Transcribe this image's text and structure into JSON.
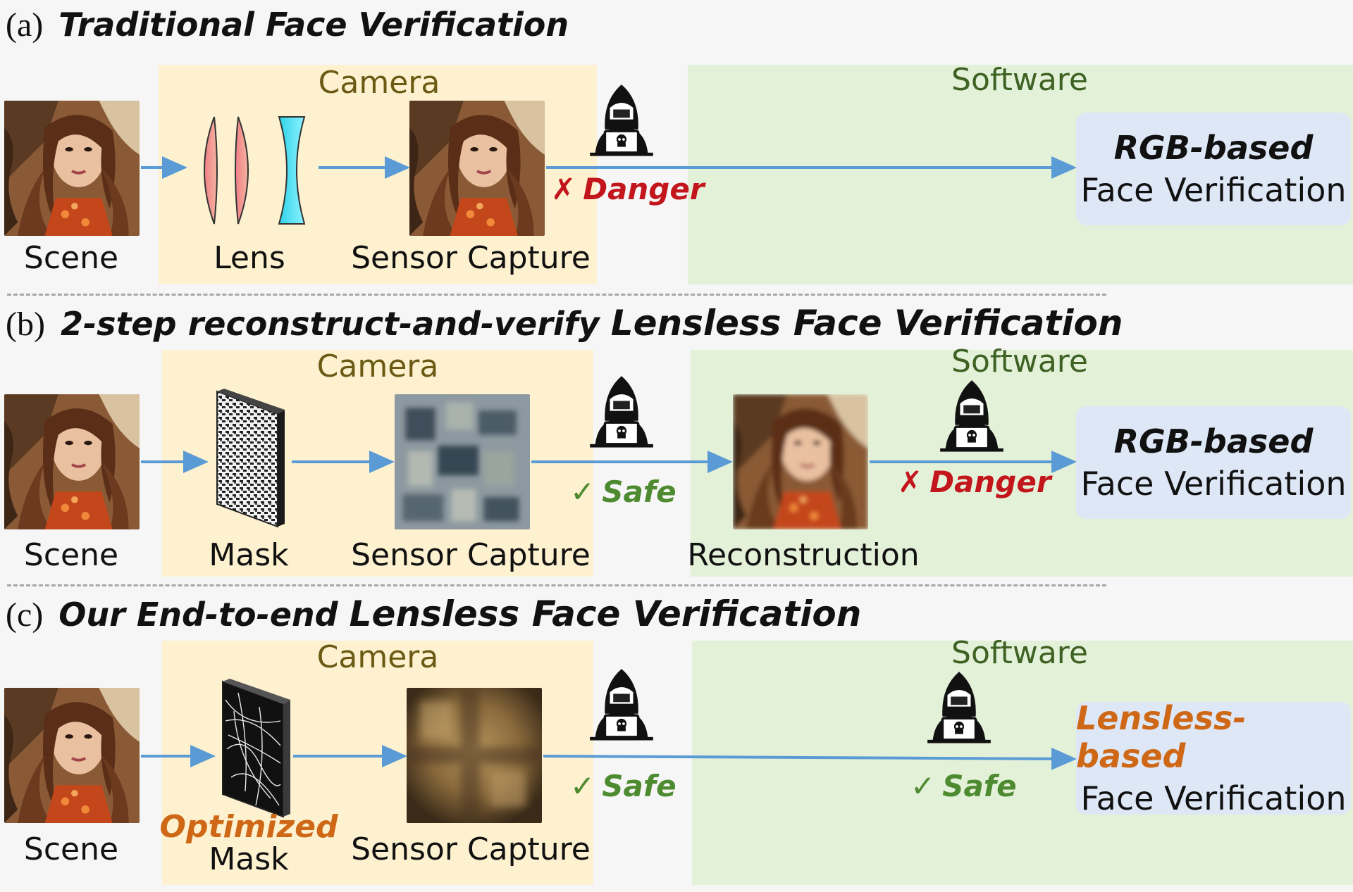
{
  "panels": [
    {
      "letter": "(a)",
      "title_a": "Traditional Face Verification",
      "title_b": "",
      "camera_label": "Camera",
      "software_label": "Software",
      "scene_label": "Scene",
      "optic_label": "Lens",
      "capture_label": "Sensor Capture",
      "verifier_line1": "RGB-based",
      "verifier_line2": "Face Verification",
      "status1": {
        "mark": "✗",
        "text": "Danger"
      }
    },
    {
      "letter": "(b)",
      "title_a": "2-step reconstruct-and-verify ",
      "title_b": "Lensless Face Verification",
      "camera_label": "Camera",
      "software_label": "Software",
      "scene_label": "Scene",
      "optic_label": "Mask",
      "capture_label": "Sensor Capture",
      "reconstruction_label": "Reconstruction",
      "verifier_line1": "RGB-based",
      "verifier_line2": "Face Verification",
      "status1": {
        "mark": "✓",
        "text": "Safe"
      },
      "status2": {
        "mark": "✗",
        "text": "Danger"
      }
    },
    {
      "letter": "(c)",
      "title_a": "Our End-to-end ",
      "title_b": "Lensless Face Verification",
      "camera_label": "Camera",
      "software_label": "Software",
      "scene_label": "Scene",
      "optic_label_1": "Optimized",
      "optic_label_2": "Mask",
      "capture_label": "Sensor Capture",
      "verifier_line1": "Lensless-based",
      "verifier_line2": "Face Verification",
      "status1": {
        "mark": "✓",
        "text": "Safe"
      },
      "status2": {
        "mark": "✓",
        "text": "Safe"
      }
    }
  ],
  "colors": {
    "camera_region": "#fdf1cf",
    "software_region": "#e4f1d9",
    "verifier_box": "#dde7f6",
    "arrow": "#5b9bd5",
    "danger": "#c3161c",
    "safe": "#4e8b30",
    "highlight": "#cf6816"
  },
  "icons": [
    "hacker-icon",
    "skull-icon",
    "laptop-icon",
    "convex-lens-icon",
    "concave-lens-icon",
    "coded-mask-icon",
    "optimized-mask-icon",
    "face-photo"
  ]
}
